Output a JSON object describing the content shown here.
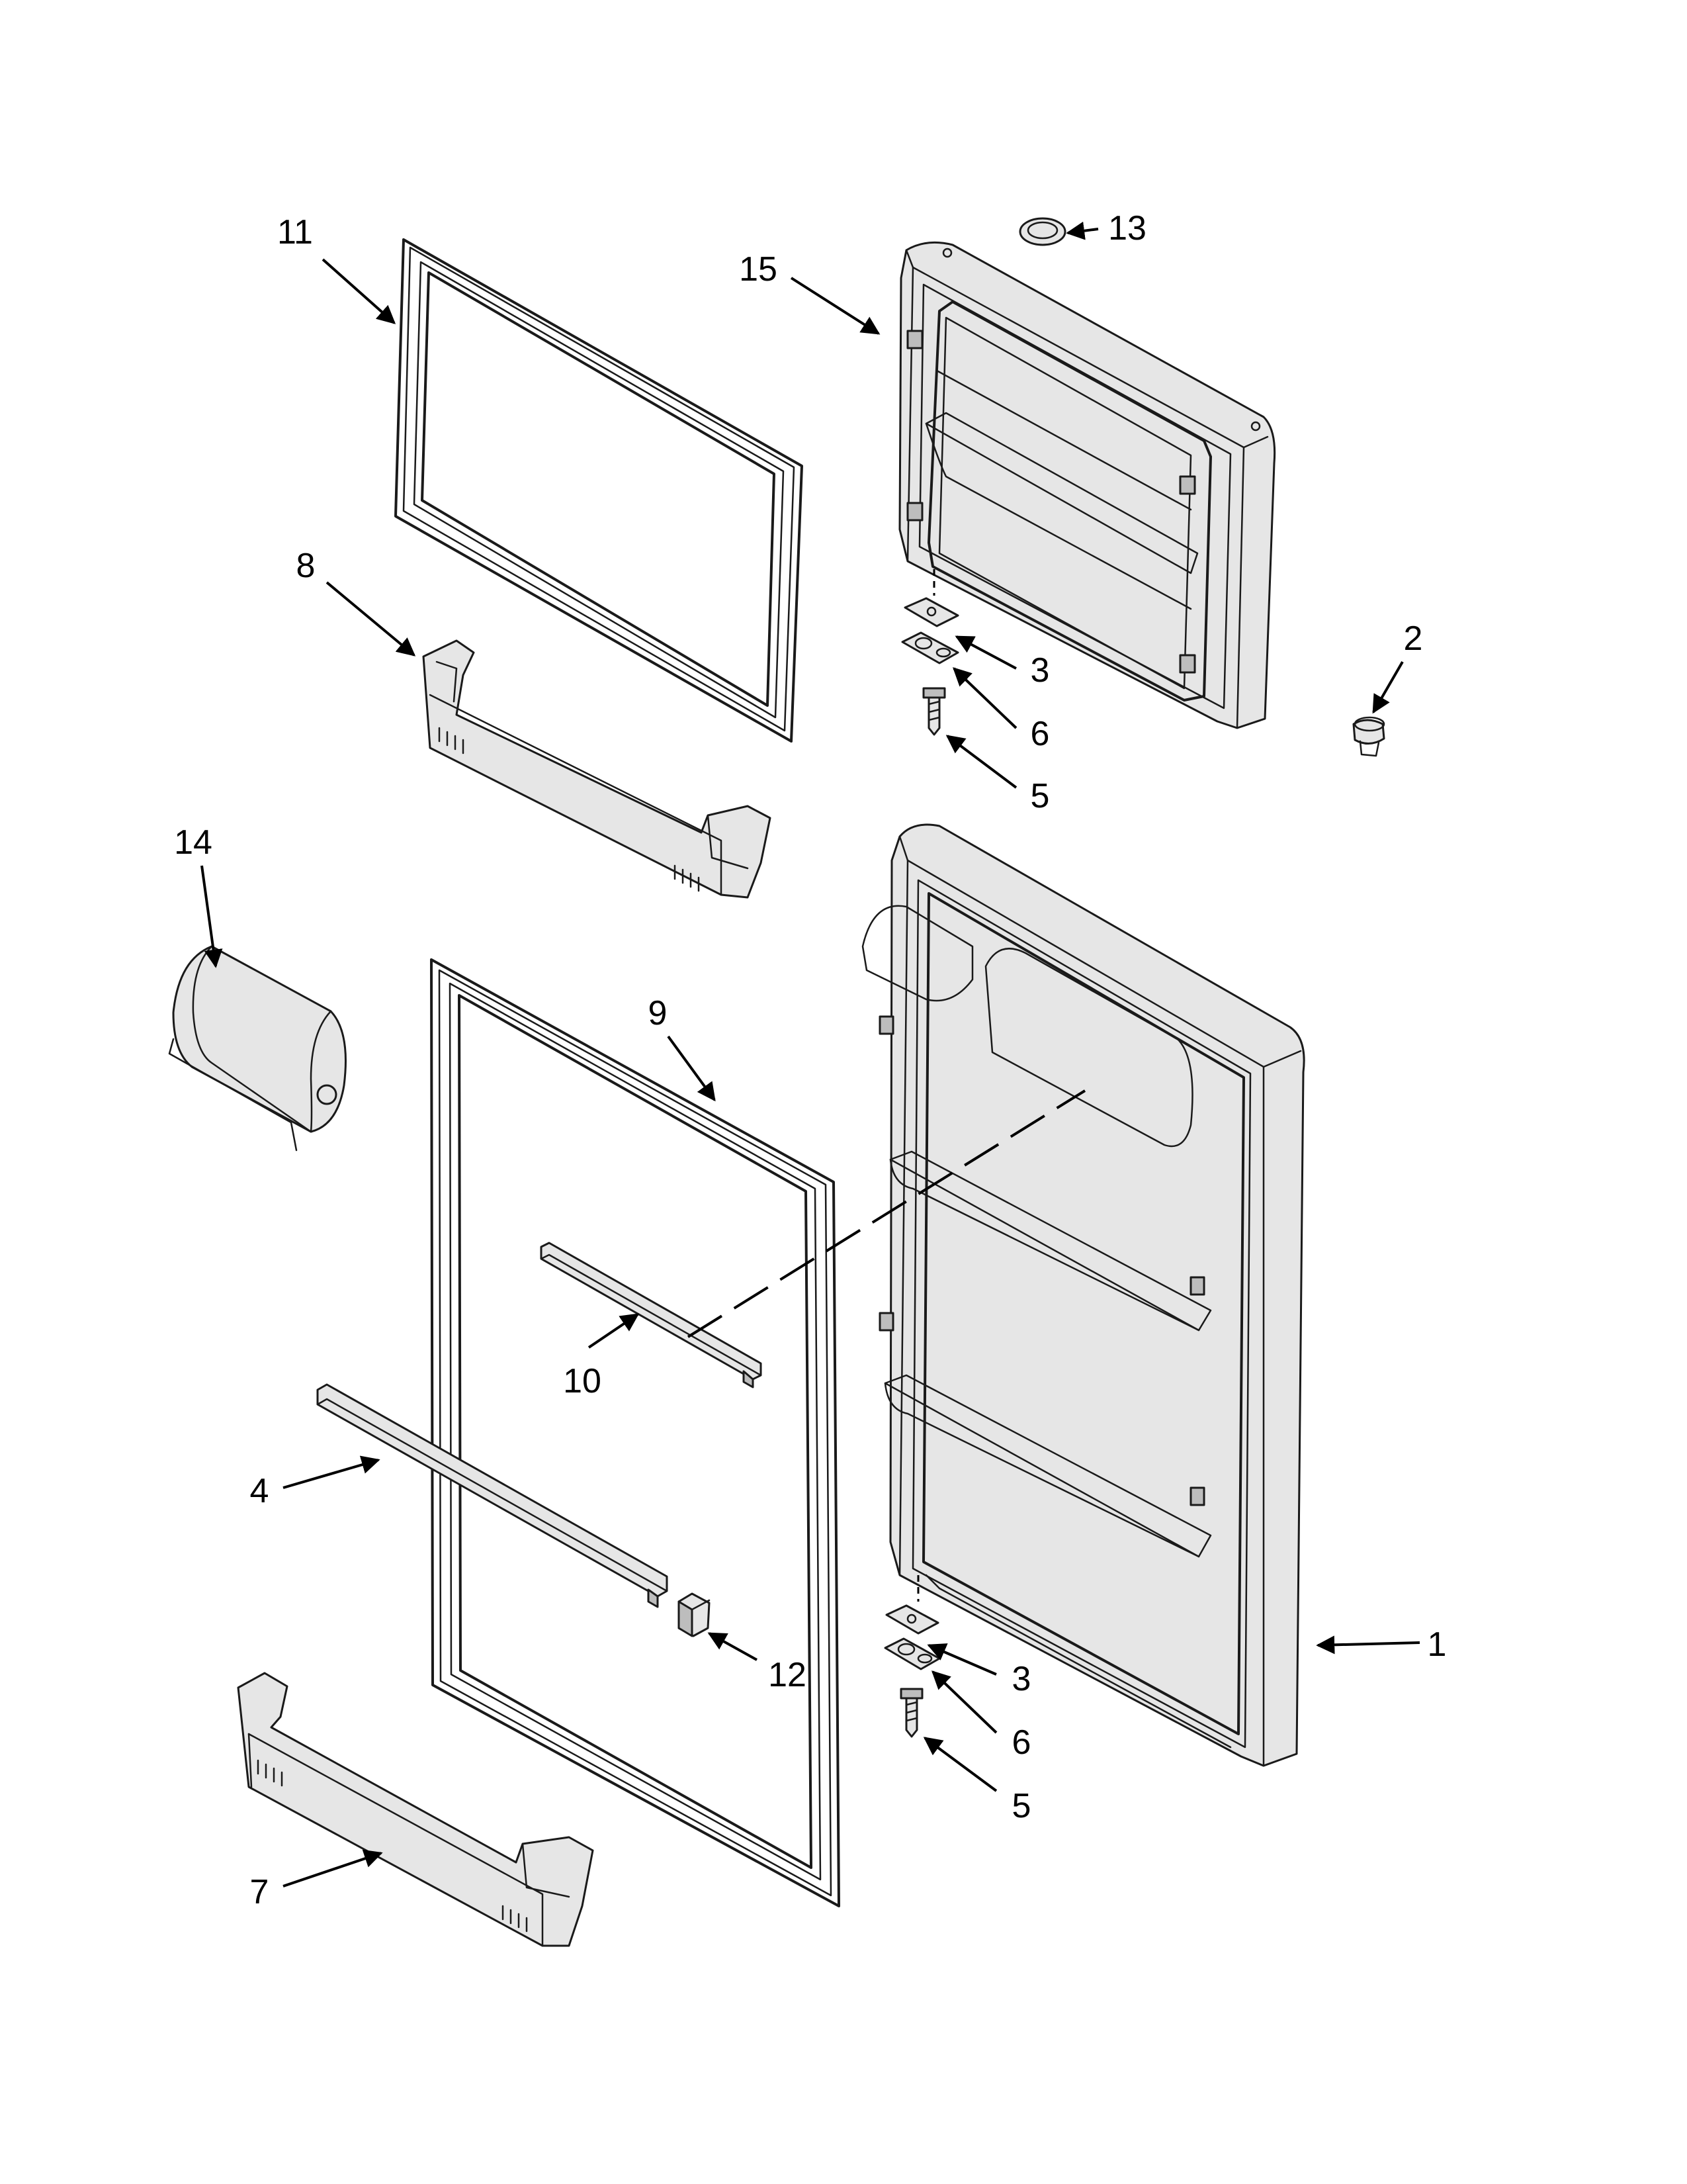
{
  "callouts": {
    "c1": "1",
    "c2": "2",
    "c3a": "3",
    "c3b": "3",
    "c4": "4",
    "c5a": "5",
    "c5b": "5",
    "c6a": "6",
    "c6b": "6",
    "c7": "7",
    "c8": "8",
    "c9": "9",
    "c10": "10",
    "c11": "11",
    "c12": "12",
    "c13": "13",
    "c14": "14",
    "c15": "15"
  }
}
